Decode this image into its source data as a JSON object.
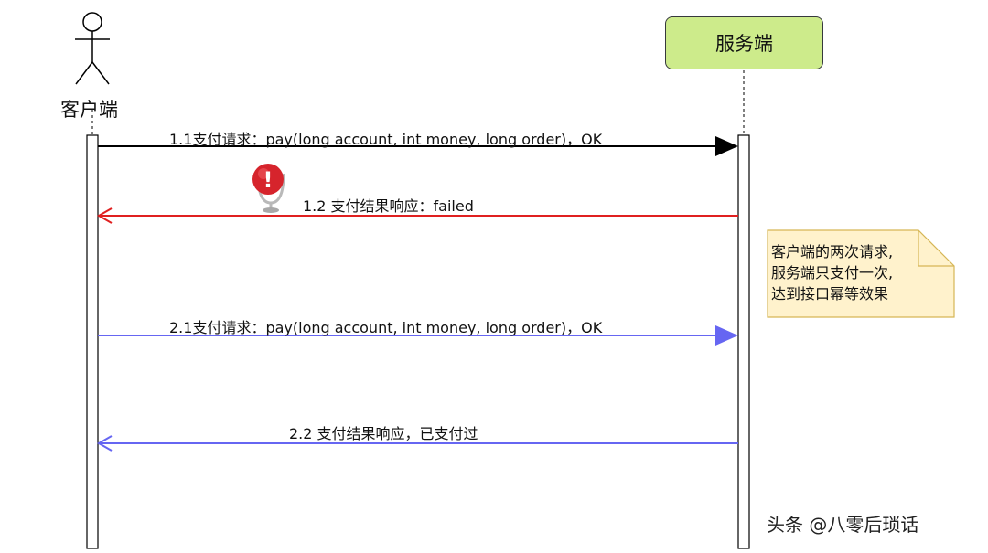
{
  "client": {
    "label": "客户端"
  },
  "server": {
    "label": "服务端"
  },
  "messages": [
    {
      "label": "1.1支付请求：pay(long account, int money, long order)，OK",
      "color": "#000000",
      "direction": "client-to-server"
    },
    {
      "label": "1.2 支付结果响应：failed",
      "color": "#e02020",
      "direction": "server-to-client"
    },
    {
      "label": "2.1支付请求：pay(long account, int money, long order)，OK",
      "color": "#6666f2",
      "direction": "client-to-server"
    },
    {
      "label": "2.2 支付结果响应，已支付过",
      "color": "#6666f2",
      "direction": "server-to-client"
    }
  ],
  "note": {
    "lines": [
      "客户端的两次请求,",
      "服务端只支付一次,",
      "达到接口幂等效果"
    ],
    "fill": "#fff2cc",
    "stroke": "#d6b656"
  },
  "error_icon": {
    "icon": "error-globe-icon",
    "glyph": "!",
    "color": "#d6242c"
  },
  "watermark": "头条 @八零后琐话"
}
